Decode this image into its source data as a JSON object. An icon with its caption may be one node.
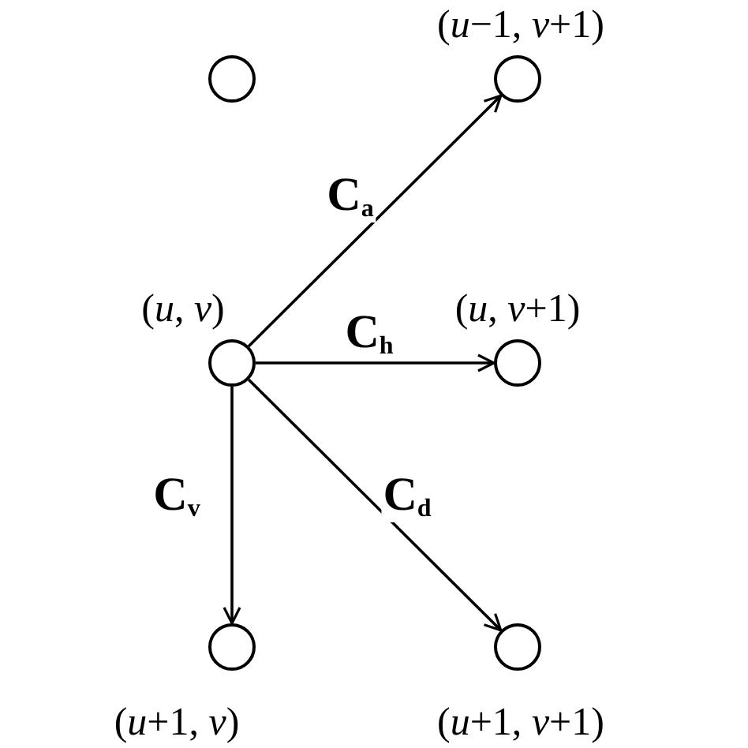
{
  "diagram": {
    "nodes": [
      {
        "text": [],
        "shape": "circle"
      },
      {
        "text": [],
        "shape": "circle",
        "beside": [
          "(*u*−1, *v*+1)"
        ]
      },
      {
        "text": [],
        "shape": "circle",
        "beside": [
          "(*u*, *v*)"
        ]
      },
      {
        "text": [],
        "shape": "circle",
        "beside": [
          "(*u*, *v*+1)"
        ]
      },
      {
        "text": [],
        "shape": "circle",
        "beside": [
          "(*u*+1, *v*)"
        ]
      },
      {
        "text": [],
        "shape": "circle",
        "beside": [
          "(*u*+1, *v*+1)"
        ]
      }
    ],
    "edges": [
      {
        "from": 2,
        "to": 1,
        "arrow": "to",
        "label": "C$_{a}$"
      },
      {
        "from": 2,
        "to": 3,
        "arrow": "to",
        "label": "C$_{h}$"
      },
      {
        "from": 2,
        "to": 4,
        "arrow": "to",
        "label": "C$_{v}$"
      },
      {
        "from": 2,
        "to": 5,
        "arrow": "to",
        "label": "C$_{d}$"
      }
    ]
  }
}
